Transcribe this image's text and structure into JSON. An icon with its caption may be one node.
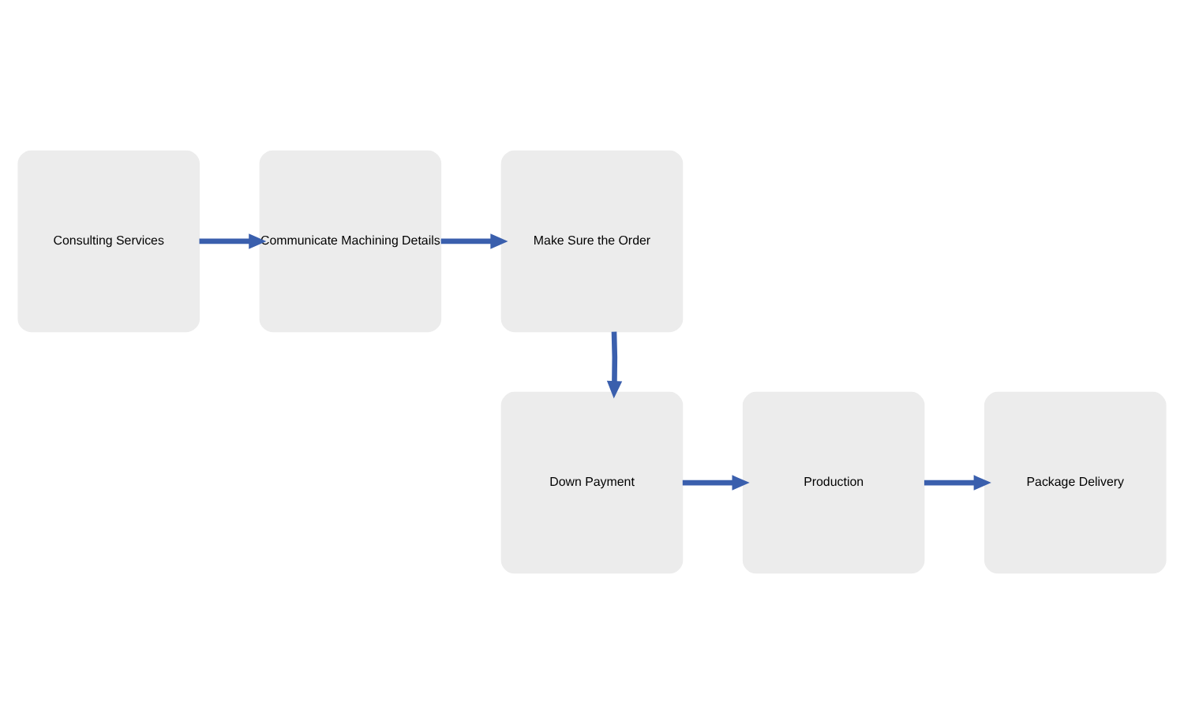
{
  "diagram": {
    "nodes": [
      {
        "text": [
          "Consulting Services"
        ]
      },
      {
        "text": [
          "Communicate Machining Details"
        ]
      },
      {
        "text": [
          "Make Sure the Order"
        ]
      },
      {
        "text": [
          "Down Payment"
        ]
      },
      {
        "text": [
          "Production"
        ]
      },
      {
        "text": [
          "Package Delivery"
        ]
      }
    ],
    "edges": [
      {
        "from": 0,
        "to": 1,
        "arrow": "to"
      },
      {
        "from": 1,
        "to": 2,
        "arrow": "to"
      },
      {
        "from": 2,
        "to": 3,
        "arrow": "to"
      },
      {
        "from": 3,
        "to": 4,
        "arrow": "to"
      },
      {
        "from": 4,
        "to": 5,
        "arrow": "to"
      }
    ]
  }
}
